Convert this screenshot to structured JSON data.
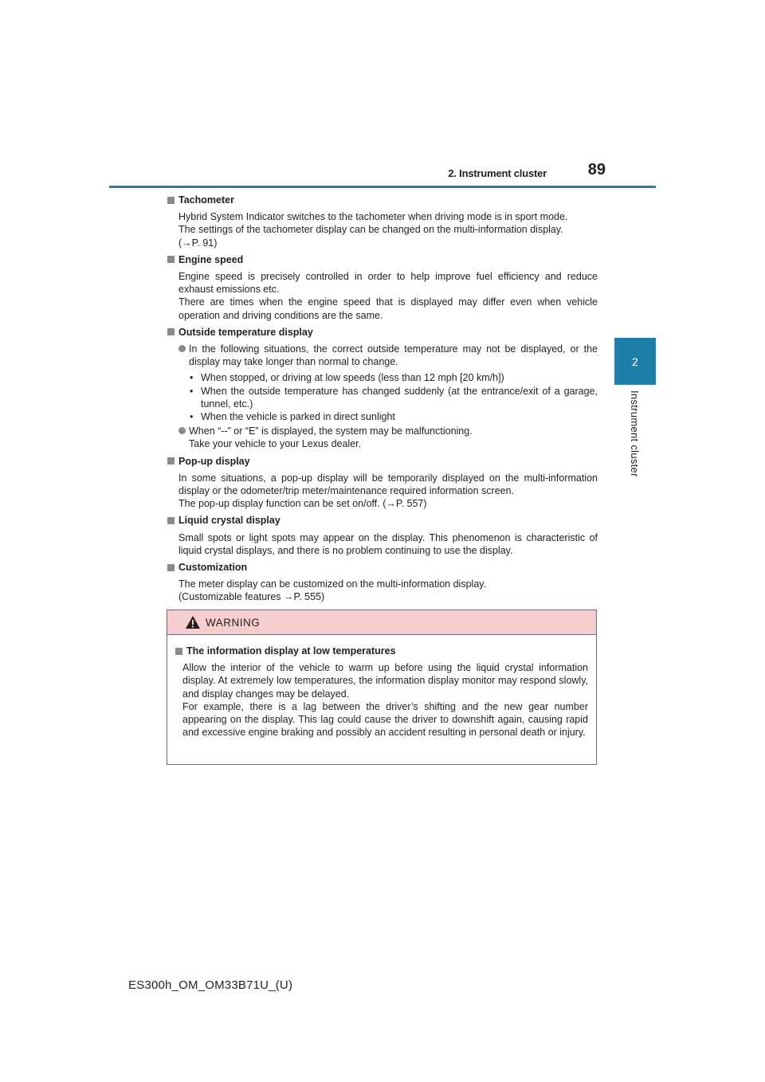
{
  "header": {
    "section_title": "2. Instrument cluster",
    "page_number": "89"
  },
  "side_tab": {
    "number": "2",
    "label": "Instrument cluster"
  },
  "sections": [
    {
      "heading": "Tachometer",
      "paragraphs": [
        "Hybrid System Indicator switches to the tachometer when driving mode is in sport mode.",
        "The settings of the tachometer display can be changed on the multi-information display.",
        "(→P. 91)"
      ]
    },
    {
      "heading": "Engine speed",
      "paragraphs": [
        "Engine speed is precisely controlled in order to help improve fuel efficiency and reduce exhaust emissions etc.",
        "There are times when the engine speed that is displayed may differ even when vehicle operation and driving conditions are the same."
      ]
    },
    {
      "heading": "Outside temperature display",
      "bullet1": "In the following situations, the correct outside temperature may not be displayed, or the display may take longer than normal to change.",
      "sub_items": [
        "When stopped, or driving at low speeds (less than 12 mph [20 km/h])",
        "When the outside temperature has changed suddenly (at the entrance/exit of a garage, tunnel, etc.)",
        "When the vehicle is parked in direct sunlight"
      ],
      "bullet2_line1": "When “--” or “E” is displayed, the system may be malfunctioning.",
      "bullet2_line2": "Take your vehicle to your Lexus dealer."
    },
    {
      "heading": "Pop-up display",
      "paragraphs": [
        "In some situations, a pop-up display will be temporarily displayed on the multi-information display or the odometer/trip meter/maintenance required information screen.",
        "The pop-up display function can be set on/off. (→P. 557)"
      ]
    },
    {
      "heading": "Liquid crystal display",
      "paragraphs": [
        "Small spots or light spots may appear on the display. This phenomenon is characteristic of liquid crystal displays, and there is no problem continuing to use the display."
      ]
    },
    {
      "heading": "Customization",
      "paragraphs": [
        "The meter display can be customized on the multi-information display.",
        "(Customizable features →P. 555)"
      ]
    }
  ],
  "warning": {
    "title": "WARNING",
    "subheading": "The information display at low temperatures",
    "paragraphs": [
      "Allow the interior of the vehicle to warm up before using the liquid crystal information display. At extremely low temperatures, the information display monitor may respond slowly, and display changes may be delayed.",
      "For example, there is a lag between the driver’s shifting and the new gear number appearing on the display. This lag could cause the driver to downshift again, causing rapid and excessive engine braking and possibly an accident resulting in personal death or injury."
    ]
  },
  "footer": {
    "manual_code": "ES300h_OM_OM33B71U_(U)"
  },
  "colors": {
    "accent": "#1e7fa9",
    "warning_header": "#f5cdcf",
    "bullet_gray": "#8a8a8a"
  }
}
